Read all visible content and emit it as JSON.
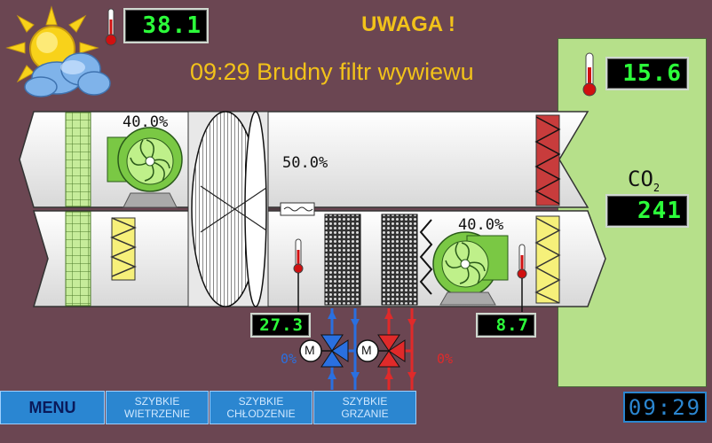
{
  "header": {
    "warning_title": "UWAGA !",
    "alarm_message": "09:29  Brudny filtr wywiewu"
  },
  "weather": {
    "icon": "sun-cloud-icon"
  },
  "readouts": {
    "outdoor_temp": "38.1",
    "room_temp": "15.6",
    "co2_label": "CO",
    "co2_subscript": "2",
    "co2_value": "241",
    "supply_temp_after_recovery": "27.3",
    "supply_temp": "8.7"
  },
  "unit": {
    "exhaust_fan_pct": "40.0%",
    "supply_fan_pct": "40.0%",
    "recuperator_pct": "50.0%",
    "cooling_valve_pct": "0%",
    "heating_valve_pct": "0%",
    "motor_label": "M"
  },
  "colors": {
    "accent": "#f2c21a",
    "lcd_text": "#2cff3a",
    "cold": "#2a70e0",
    "hot": "#e02a2a",
    "panel": "#b6e08a",
    "button": "#2b86d0"
  },
  "buttons": {
    "menu": "MENU",
    "fast_ventilation": [
      "SZYBKIE",
      "WIETRZENIE"
    ],
    "fast_cooling": [
      "SZYBKIE",
      "CHŁODZENIE"
    ],
    "fast_heating": [
      "SZYBKIE",
      "GRZANIE"
    ]
  },
  "clock": "09:29"
}
